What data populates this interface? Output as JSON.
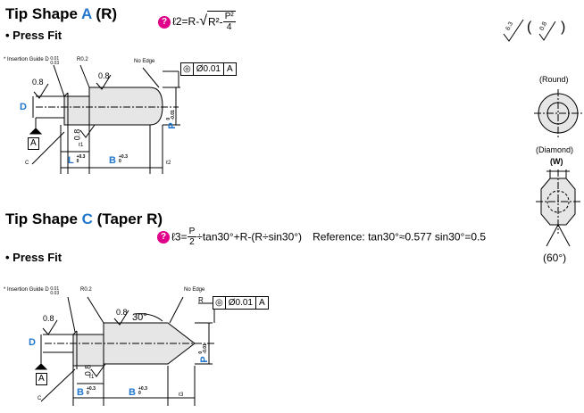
{
  "section_a": {
    "title_prefix": "Tip Shape ",
    "title_letter": "A",
    "title_suffix": " (R)",
    "fit": "• Press Fit",
    "formula": {
      "lhs": "ℓ2=R-",
      "radicand_a": "R²-",
      "num": "P²",
      "den": "4"
    },
    "labels": {
      "insertion_guide": "* Insertion Guide D",
      "insertion_tol_top": "0.01",
      "insertion_tol_bot": "0.03",
      "r02": "R0.2",
      "no_edge": "No Edge",
      "rough_a": "0.8",
      "rough_b": "0.8",
      "rough_c": "0.8",
      "d": "D",
      "p": "P",
      "p_tol_top": "0",
      "p_tol_bot": "-0.01",
      "datum": "A",
      "l1": "ℓ1",
      "c": "C",
      "l": "L",
      "l_tol_top": "+0.3",
      "l_tol_bot": "0",
      "b": "B",
      "b_tol_top": "+0.3",
      "b_tol_bot": "0",
      "l2": "ℓ2",
      "fcf_value": "Ø0.01",
      "fcf_datum": "A"
    }
  },
  "surface_finish": {
    "ra1": "6.3",
    "ra2": "0.8"
  },
  "views": {
    "round": "(Round)",
    "diamond": "(Diamond)",
    "w": "(W)",
    "angle": "(60°)"
  },
  "section_c": {
    "title_prefix": "Tip Shape ",
    "title_letter": "C",
    "title_suffix": " (Taper R)",
    "fit": "• Press Fit",
    "formula": {
      "lhs": "ℓ3=",
      "num": "P",
      "den": "2",
      "rest": "÷tan30°+R-(R÷sin30°)",
      "reference": "Reference: tan30°≈0.577   sin30°=0.5"
    },
    "labels": {
      "insertion_guide": "* Insertion Guide D",
      "insertion_tol_top": "0.01",
      "insertion_tol_bot": "0.03",
      "r02": "R0.2",
      "no_edge": "No Edge",
      "rough_a": "0.8",
      "rough_b": "0.8",
      "rough_c": "0.8",
      "angle": "30°",
      "r": "R",
      "d": "D",
      "p": "P",
      "p_tol_top": "0",
      "p_tol_bot": "-0.01",
      "datum": "A",
      "l1": "ℓ1",
      "c": "C",
      "b1": "B",
      "b1_tol_top": "+0.3",
      "b1_tol_bot": "0",
      "b2": "B",
      "b2_tol_top": "+0.3",
      "b2_tol_bot": "0",
      "l3": "ℓ3",
      "fcf_value": "Ø0.01",
      "fcf_datum": "A"
    }
  }
}
